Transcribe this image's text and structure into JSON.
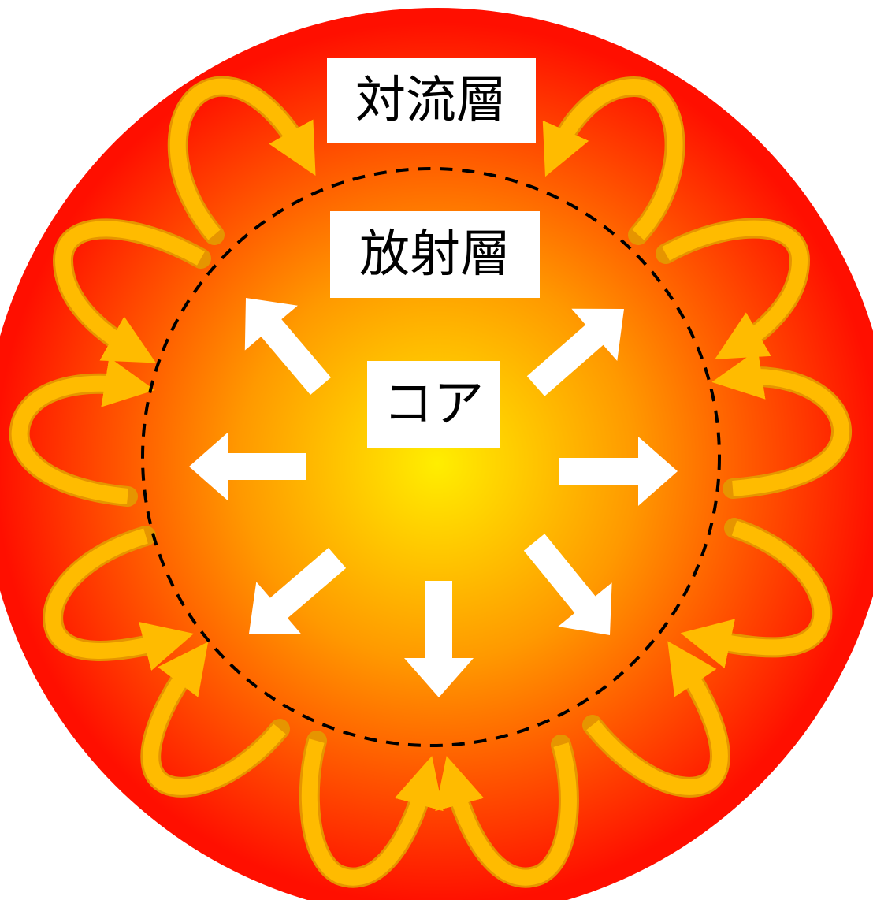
{
  "labels": {
    "convection_zone": "対流層",
    "radiative_zone": "放射層",
    "core": "コア"
  },
  "colors": {
    "center": "#ffee00",
    "mid": "#ff9900",
    "edge": "#ff0f00",
    "convection_loop": "#ffbb00",
    "loop_outline": "#e69500",
    "radiation_arrow": "#ffffff",
    "boundary": "#000000",
    "label_box": "#ffffff",
    "label_text": "#000000"
  },
  "icons": {
    "radiation_arrow": "outward-arrow-icon",
    "convection_loop": "curved-loop-arrow-icon",
    "boundary": "dashed-circle"
  }
}
